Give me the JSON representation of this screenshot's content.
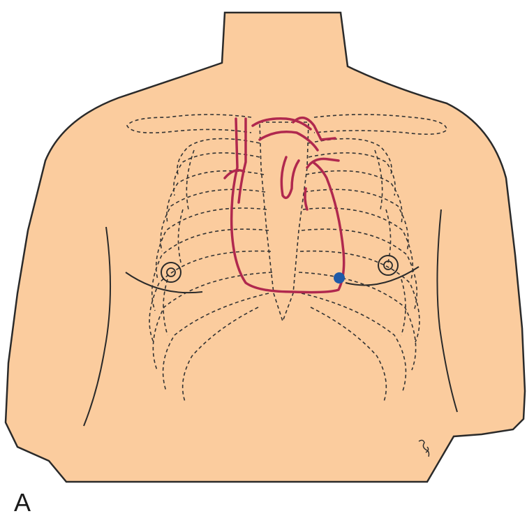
{
  "figure": {
    "panel_label": "A",
    "colors": {
      "skin": "#FBCC9E",
      "outline": "#2a2a2a",
      "ribs": "#333333",
      "heart": "#B0284E",
      "apex_marker": "#1F5AA8",
      "background": "#ffffff"
    },
    "elements": [
      "torso",
      "ribcage",
      "clavicles",
      "sternum",
      "nipples",
      "heart",
      "apex-point"
    ]
  }
}
